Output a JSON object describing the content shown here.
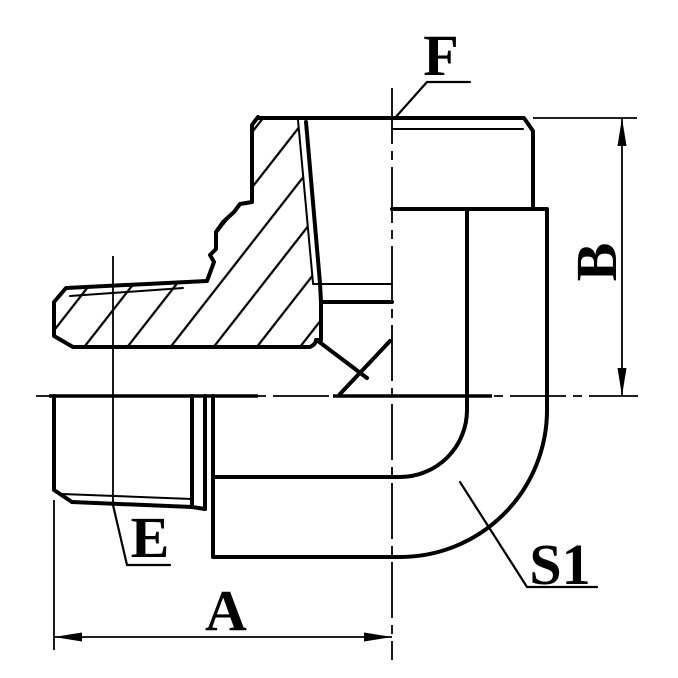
{
  "drawing": {
    "background": "#ffffff",
    "line_color": "#000000",
    "labels": {
      "female_port": "F",
      "height_dimension": "B",
      "male_thread": "E",
      "length_dimension": "A",
      "hex_size": "S1"
    }
  }
}
